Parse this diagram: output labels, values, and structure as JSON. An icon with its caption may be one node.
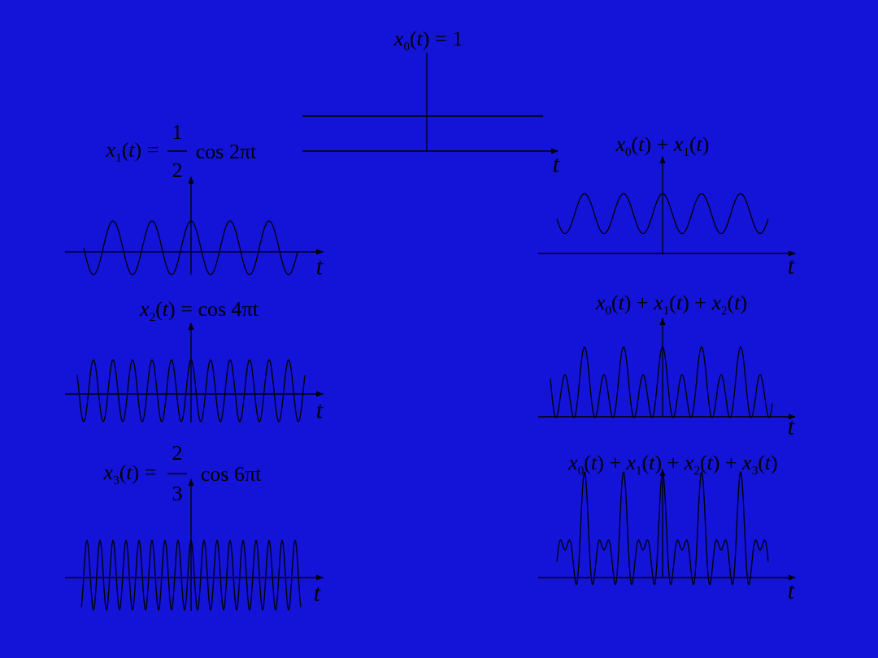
{
  "diagram": {
    "labels": [
      "*x*$_{0}$(*t*) = 1",
      "*x*$_{1}$(*t*) =",
      "1",
      "2",
      "cos 2πt",
      "t",
      "*x*$_{0}$(*t*) + *x*$_{1}$(*t*)",
      "t",
      "t",
      "*x*$_{2}$(*t*) = cos 4πt",
      "*x*$_{0}$(*t*) + *x*$_{1}$(*t*) + *x*$_{2}$(*t*)",
      "t",
      "t",
      "*x*$_{3}$(*t*) =",
      "2",
      "3",
      "cos 6πt",
      "*x*$_{0}$(*t*) + *x*$_{1}$(*t*) + *x*$_{2}$(*t*) + *x*$_{3}$(*t*)",
      "t",
      "t"
    ]
  }
}
